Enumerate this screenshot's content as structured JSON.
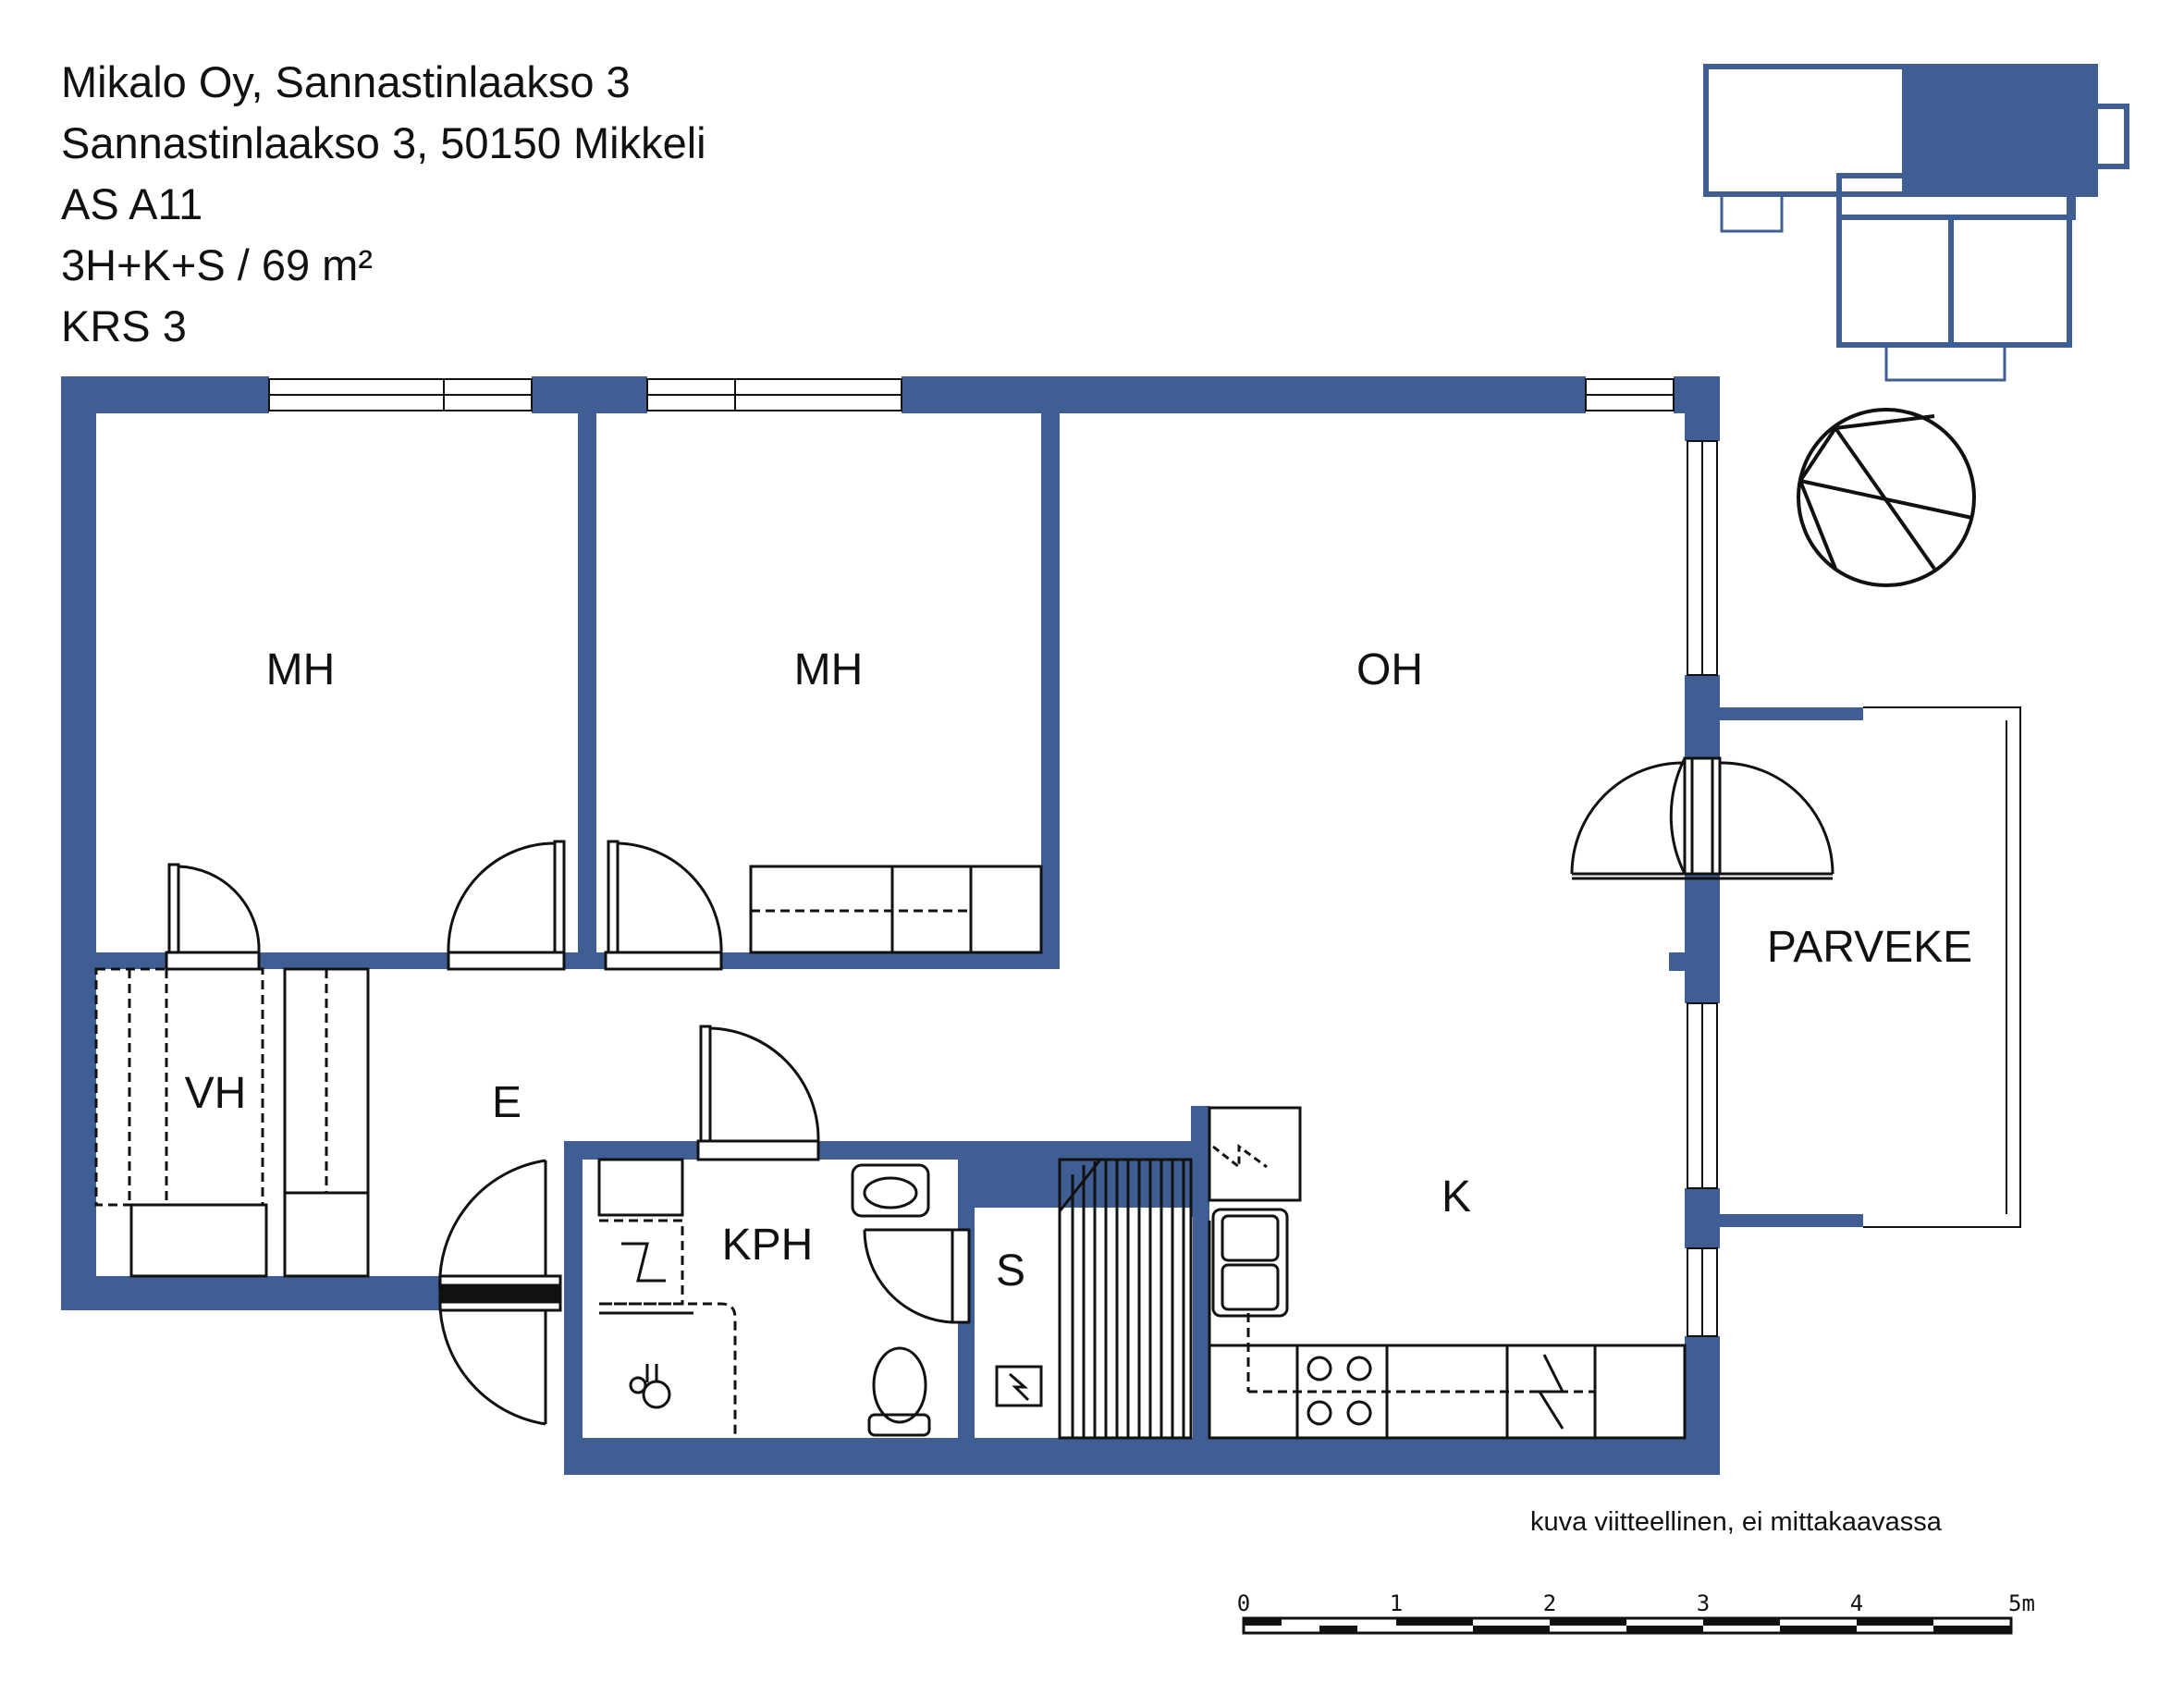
{
  "header": {
    "line1": "Mikalo Oy, Sannastinlaakso 3",
    "line2": "Sannastinlaakso 3, 50150 Mikkeli",
    "line3": "AS A11",
    "line4": "3H+K+S / 69 m²",
    "line5": "KRS 3"
  },
  "rooms": {
    "mh1": "MH",
    "mh2": "MH",
    "oh": "OH",
    "parveke": "PARVEKE",
    "vh": "VH",
    "e": "E",
    "kph": "KPH",
    "s": "S",
    "k": "K"
  },
  "note": "kuva viitteellinen, ei mittakaavassa",
  "scale": {
    "t0": "0",
    "t1": "1",
    "t2": "2",
    "t3": "3",
    "t4": "4",
    "t5": "5m"
  },
  "colors": {
    "wall": "#3f5f94",
    "line": "#111111"
  }
}
